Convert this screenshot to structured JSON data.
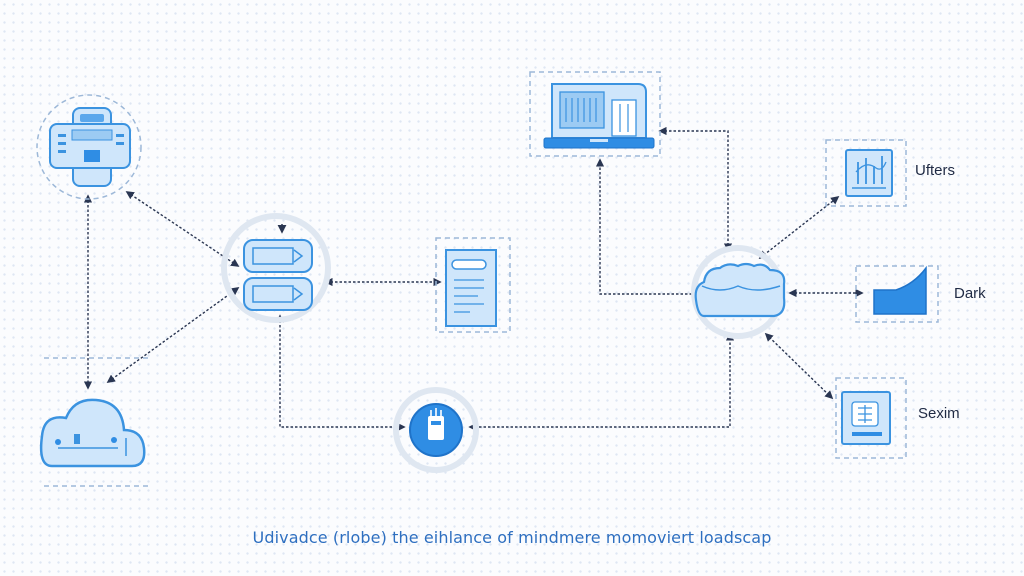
{
  "diagram": {
    "labels": {
      "filters": "Ufters",
      "dark": "Dark",
      "sexim": "Sexim"
    },
    "caption": "Udivadce (rlobe) the eihlance of mindmere momoviert loadscap"
  },
  "colors": {
    "accent": "#2f8de4",
    "fill": "#cfe6fb",
    "stroke": "#3b93e0",
    "dashed": "#9db8d8",
    "arrow": "#2a3652",
    "text": "#1f2a44",
    "caption": "#2e6fc0"
  }
}
